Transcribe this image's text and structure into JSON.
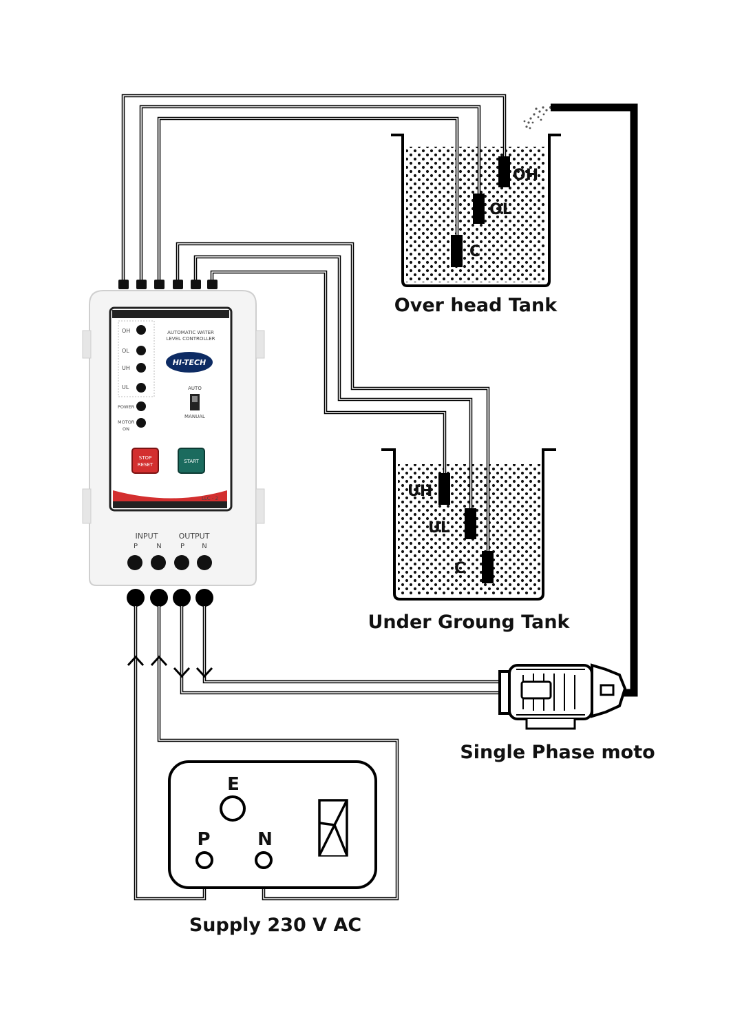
{
  "overhead_tank": {
    "title": "Over head Tank",
    "probes": [
      "OH",
      "OL",
      "C"
    ]
  },
  "underground_tank": {
    "title": "Under Groung Tank",
    "probes": [
      "UH",
      "UL",
      "C"
    ]
  },
  "motor": {
    "title": "Single Phase moto"
  },
  "supply": {
    "title": "Supply 230 V AC",
    "earth": "E",
    "phase": "P",
    "neutral": "N"
  },
  "controller": {
    "product_line1": "AUTOMATIC WATER",
    "product_line2": "LEVEL CONTROLLER",
    "brand": "HI-TECH",
    "auto": "AUTO",
    "manual": "MANUAL",
    "power": "POWER",
    "motor_on_1": "MOTOR",
    "motor_on_2": "ON",
    "stop_1": "STOP",
    "stop_2": "RESET",
    "start": "START",
    "model": "LLC - 2",
    "input": "INPUT",
    "output": "OUTPUT",
    "p": "P",
    "n": "N",
    "ind_oh": "OH",
    "ind_ol": "OL",
    "ind_uh": "UH",
    "ind_ul": "UL"
  },
  "colors": {
    "line": "#000000",
    "panel_border": "#d32f2f",
    "stop_button": "#d32f2f",
    "start_button": "#1b6b5e",
    "indicator_blue": "#4a78b5"
  }
}
